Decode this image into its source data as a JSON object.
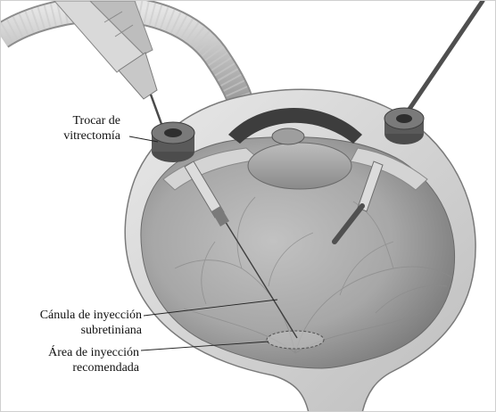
{
  "labels": {
    "trocar_line1": "Trocar de",
    "trocar_line2": "vitrectomía",
    "cannula_line1": "Cánula de inyección",
    "cannula_line2": "subretiniana",
    "area_line1": "Área de inyección",
    "area_line2": "recomendada"
  },
  "colors": {
    "background": "#ffffff",
    "eye_wall": "#c7c7c7",
    "eye_interior": "#a9a9a9",
    "instrument_dark": "#4a4a4a",
    "trocar_hub": "#5a5a5a"
  },
  "icons": [
    "eye-cross-section",
    "vitrectomy-trocar-left",
    "vitrectomy-trocar-right",
    "syringe-cannula",
    "light-probe",
    "infusion-tube"
  ]
}
